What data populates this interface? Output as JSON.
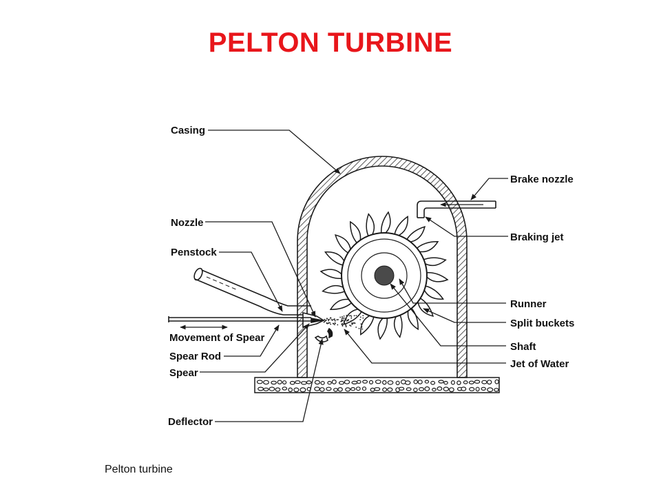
{
  "title": "PELTON TURBINE",
  "colors": {
    "title": "#e8161b",
    "ink": "#1a1a1a",
    "hatch": "#555555"
  },
  "labels": {
    "casing": "Casing",
    "brake_nozzle": "Brake nozzle",
    "nozzle": "Nozzle",
    "braking_jet": "Braking jet",
    "penstock": "Penstock",
    "runner": "Runner",
    "split_buckets": "Split buckets",
    "movement_of_spear": "Movement of Spear",
    "shaft": "Shaft",
    "spear_rod": "Spear Rod",
    "jet_of_water": "Jet of Water",
    "spear": "Spear",
    "deflector": "Deflector"
  },
  "caption": "Pelton turbine"
}
